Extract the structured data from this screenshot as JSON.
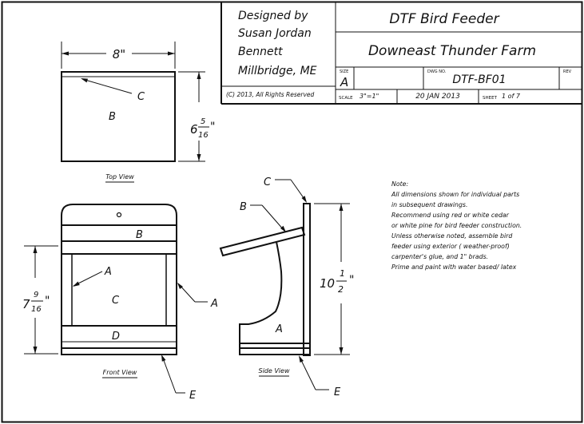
{
  "title_block": {
    "designer_lines": [
      "Designed by",
      "Susan Jordan",
      "Bennett",
      "Millbridge, ME"
    ],
    "copyright": "(C) 2013, All Rights Reserved",
    "title": "DTF Bird Feeder",
    "company": "Downeast Thunder Farm",
    "size_label": "SIZE",
    "size_value": "A",
    "dwg_no_label": "DWG NO.",
    "dwg_no_value": "DTF-BF01",
    "rev_label": "REV",
    "scale_label": "SCALE",
    "scale_value": "3\"=1\"",
    "date": "20 JAN 2013",
    "sheet_label": "SHEET",
    "sheet_value": "1 of 7"
  },
  "top_view": {
    "caption": "Top View",
    "width_dim": "8\"",
    "depth_dim_whole": "6",
    "depth_dim_num": "5",
    "depth_dim_den": "16",
    "depth_dim_unit": "\"",
    "label_c": "C",
    "label_b": "B"
  },
  "front_view": {
    "caption": "Front View",
    "height_dim_whole": "7",
    "height_dim_num": "9",
    "height_dim_den": "16",
    "height_dim_unit": "\"",
    "label_a_inner": "A",
    "label_a_outer": "A",
    "label_b": "B",
    "label_c": "C",
    "label_d": "D",
    "label_e": "E"
  },
  "side_view": {
    "caption": "Side View",
    "height_dim_whole": "10",
    "height_dim_num": "1",
    "height_dim_den": "2",
    "height_dim_unit": "\"",
    "label_a": "A",
    "label_b": "B",
    "label_c": "C",
    "label_e": "E"
  },
  "notes": {
    "heading": "Note:",
    "lines": [
      "All dimensions shown for individual parts",
      "in subsequent drawings.",
      "Recommend using red or white cedar",
      "or white pine for bird feeder construction.",
      "Unless otherwise noted, assemble bird",
      "feeder using exterior ( weather-proof)",
      "carpenter's glue, and 1\" brads.",
      "Prime and paint with water based/ latex"
    ]
  }
}
